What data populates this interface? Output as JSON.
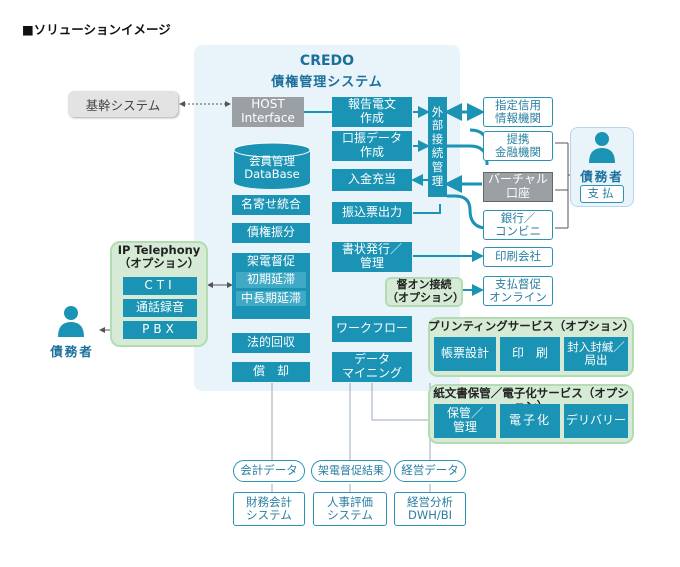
{
  "heading": "■ソリューションイメージ",
  "core": {
    "title": "CREDO",
    "subtitle": "債権管理システム"
  },
  "kikan": "基幹システム",
  "host": "HOST\nInterface",
  "db": "会員管理\nDataBase",
  "left_col": [
    "名寄せ統合",
    "債権振分"
  ],
  "tokusoku": {
    "main": "架電督促",
    "sub": [
      "初期延滞",
      "中長期延滞"
    ]
  },
  "left_col_bottom": [
    "法的回収",
    "償　却"
  ],
  "mid_col": [
    "報告電文\n作成",
    "口振データ\n作成",
    "入金充当",
    "振込票出力",
    "書状発行／\n管理"
  ],
  "mid_col_bottom": [
    "ワークフロー",
    "データ\nマイニング"
  ],
  "gaibu": "外\n部\n接\n続\n管\n理",
  "right_col": {
    "shitei": "指定信用\n情報機関",
    "teikei": "提携\n金融機関",
    "virtual": "バーチャル\n口座",
    "ginko": "銀行／\nコンビニ",
    "insatsu": "印刷会社",
    "shiharai_online": "支払督促\nオンライン"
  },
  "tokuon": "督オン接続\n（オプション）",
  "debtor_right": {
    "label": "債務者",
    "role": "支払"
  },
  "ip": {
    "title": "IP Telephony\n（オプション）",
    "items": [
      "CTI",
      "通話録音",
      "PBX"
    ]
  },
  "debtor_left": "債務者",
  "printing": {
    "title": "プリンティングサービス（オプション）",
    "items": [
      "帳票設計",
      "印　刷",
      "封入封緘／\n局出"
    ]
  },
  "paper": {
    "title": "紙文書保管／電子化サービス（オプション）",
    "items": [
      "保管／\n管理",
      "電子化",
      "デリバリー"
    ]
  },
  "outputs": [
    {
      "data": "会計データ",
      "system": "財務会計\nシステム"
    },
    {
      "data": "架電督促結果",
      "system": "人事評価\nシステム"
    },
    {
      "data": "経営データ",
      "system": "経営分析\nDWH/BI"
    }
  ],
  "colors": {
    "teal": "#1a93b4",
    "panel": "#e9f3fa",
    "green": "#d6ebd6",
    "gray": "#9aa0a4"
  }
}
